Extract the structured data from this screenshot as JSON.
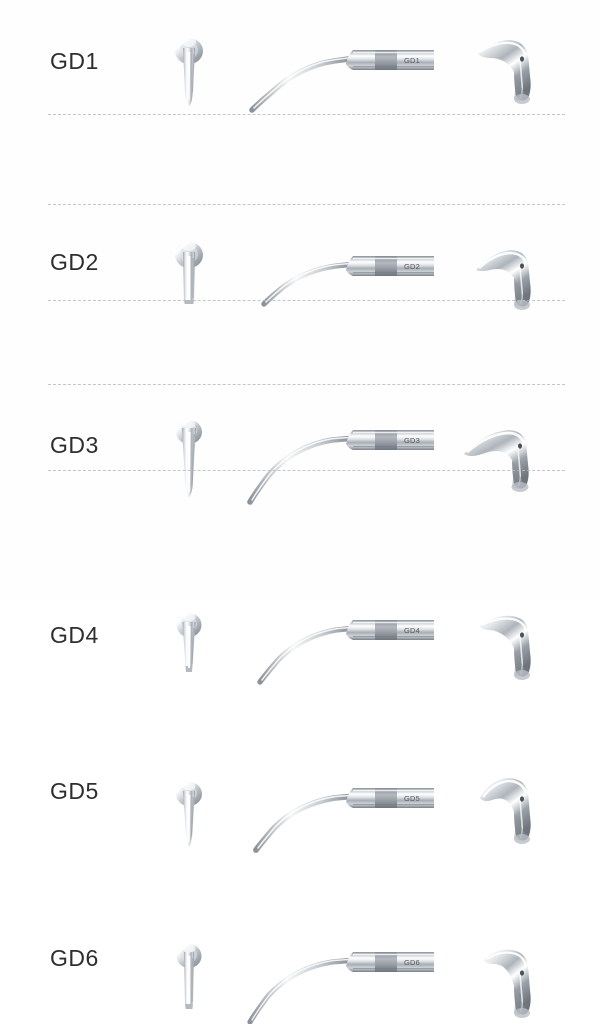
{
  "page": {
    "background_color": "#ffffff",
    "title": "Ultrasonic Scaler Tips GD Series Comparison Chart",
    "layout": "6-row comparison grid, 4 columns per row",
    "column_roles": [
      "model-code-label",
      "tip-front-view",
      "tip-side-profile-with-handle",
      "tip-perspective-view"
    ],
    "divider_style": "dashed",
    "divider_color": "#b9bcc0",
    "label_color": "#2e2e2e",
    "metal_light": "#fdfdfd",
    "metal_mid": "#c2c7cd",
    "metal_dark": "#7e858d",
    "metal_shadow": "#5c6268",
    "handle_band_color": "#9aa0a7",
    "handle_text_color": "#55585c"
  },
  "rows": [
    {
      "code": "GD1",
      "handle_code": "GD1",
      "front_tip": "slender-conical-tip",
      "profile_tip": "long-thin-curved-tip",
      "perspective_tip": "curved-blade-tip"
    },
    {
      "code": "GD2",
      "handle_code": "GD2",
      "front_tip": "straight-flat-ended-tip",
      "profile_tip": "short-hooked-curved-tip",
      "perspective_tip": "flat-curved-blade-tip"
    },
    {
      "code": "GD3",
      "handle_code": "GD3",
      "front_tip": "long-tapered-tip",
      "profile_tip": "long-sweeping-curved-tip",
      "perspective_tip": "long-curved-blade-tip"
    },
    {
      "code": "GD4",
      "handle_code": "GD4",
      "front_tip": "short-tapered-tip",
      "profile_tip": "medium-curved-tip",
      "perspective_tip": "short-curved-blade-tip"
    },
    {
      "code": "GD5",
      "handle_code": "GD5",
      "front_tip": "conical-pointed-tip",
      "profile_tip": "broad-curved-tip",
      "perspective_tip": "hooked-blade-tip"
    },
    {
      "code": "GD6",
      "handle_code": "GD6",
      "front_tip": "flat-chisel-tip",
      "profile_tip": "long-slender-curved-tip",
      "perspective_tip": "fine-hooked-blade-tip"
    }
  ]
}
